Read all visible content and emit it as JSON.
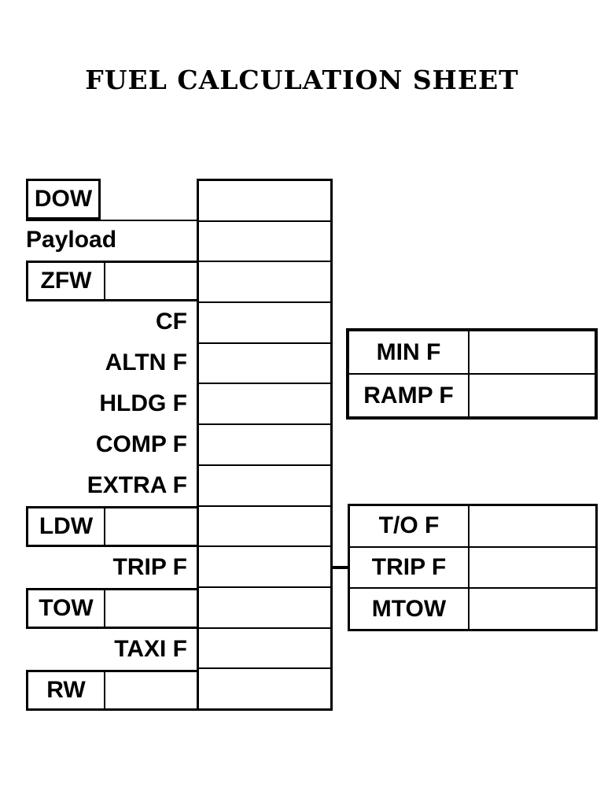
{
  "title": "FUEL CALCULATION SHEET",
  "left_table": {
    "rows": [
      {
        "label": "DOW",
        "value": ""
      },
      {
        "label": "Payload",
        "value": ""
      },
      {
        "label": "ZFW",
        "value": ""
      },
      {
        "label": "CF",
        "value": ""
      },
      {
        "label": "ALTN F",
        "value": ""
      },
      {
        "label": "HLDG F",
        "value": ""
      },
      {
        "label": "COMP F",
        "value": ""
      },
      {
        "label": "EXTRA F",
        "value": ""
      },
      {
        "label": "LDW",
        "value": ""
      },
      {
        "label": "TRIP F",
        "value": ""
      },
      {
        "label": "TOW",
        "value": ""
      },
      {
        "label": "TAXI F",
        "value": ""
      },
      {
        "label": "RW",
        "value": ""
      }
    ]
  },
  "min_ramp_table": {
    "rows": [
      {
        "label": "MIN F",
        "value": ""
      },
      {
        "label": "RAMP F",
        "value": ""
      }
    ]
  },
  "takeoff_table": {
    "rows": [
      {
        "label": "T/O F",
        "value": ""
      },
      {
        "label": "TRIP F",
        "value": ""
      },
      {
        "label": "MTOW",
        "value": ""
      }
    ]
  },
  "colors": {
    "ink": "#000000",
    "paper": "#ffffff"
  }
}
